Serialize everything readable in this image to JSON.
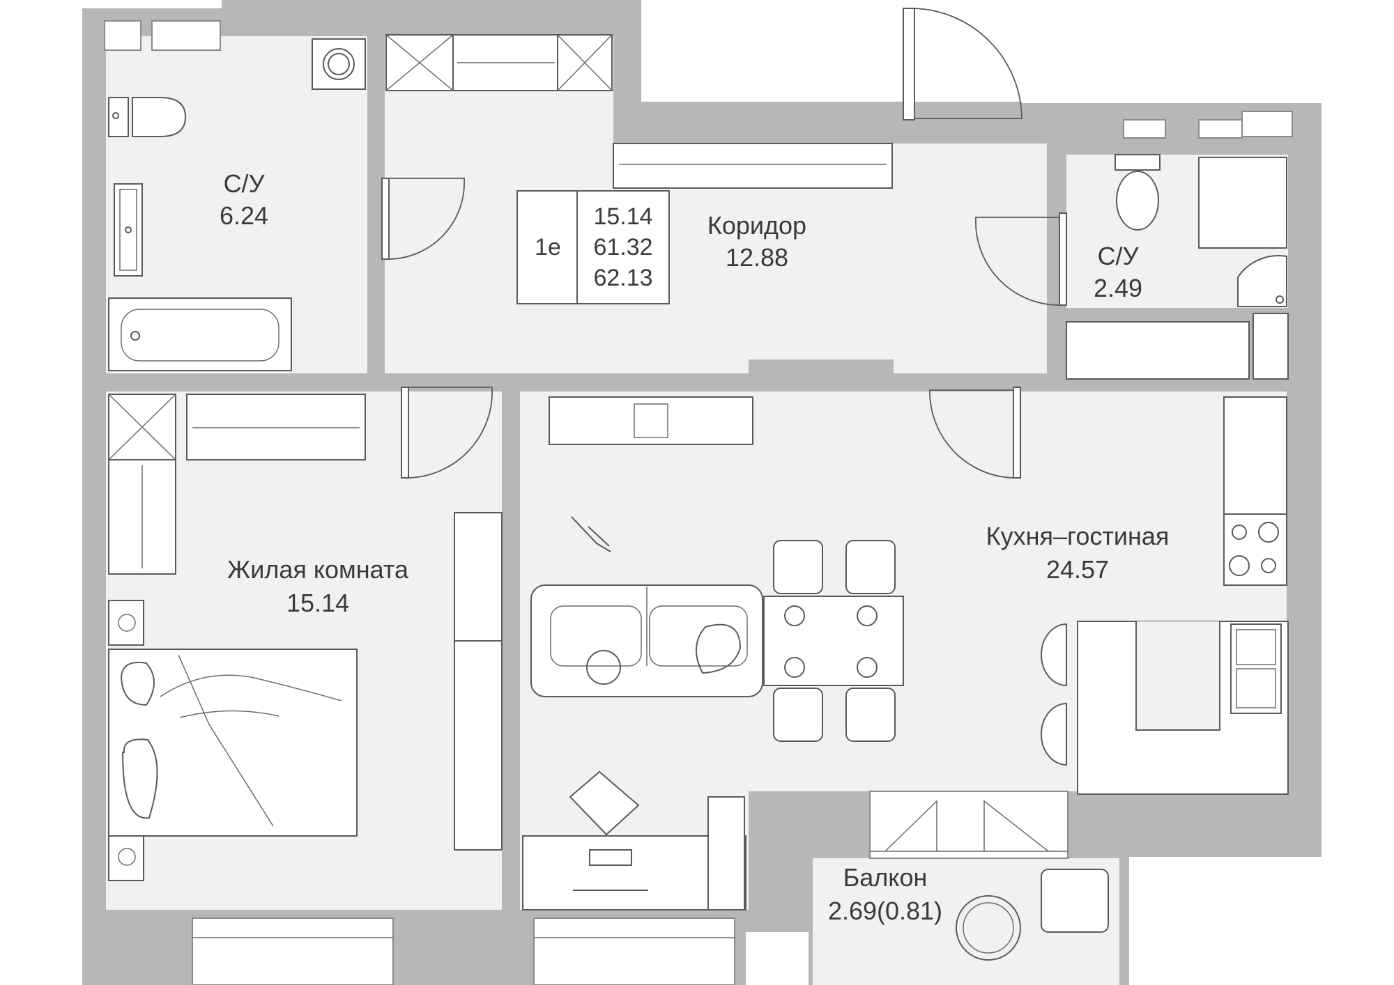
{
  "apartment": {
    "type": "1е",
    "living_area": "15.14",
    "total_area": "61.32",
    "total_with_balcony": "62.13"
  },
  "rooms": {
    "bathroom_1": {
      "name": "С/У",
      "area": "6.24"
    },
    "corridor": {
      "name": "Коридор",
      "area": "12.88"
    },
    "bathroom_2": {
      "name": "С/У",
      "area": "2.49"
    },
    "bedroom": {
      "name": "Жилая комната",
      "area": "15.14"
    },
    "kitchen_living": {
      "name": "Кухня–гостиная",
      "area": "24.57"
    },
    "balcony": {
      "name": "Балкон",
      "area": "2.69(0.81)"
    }
  },
  "colors": {
    "wall": "#b7b7b7",
    "floor": "#f1f1f1",
    "line": "#5a5a5a",
    "text": "#3a3a3a"
  }
}
